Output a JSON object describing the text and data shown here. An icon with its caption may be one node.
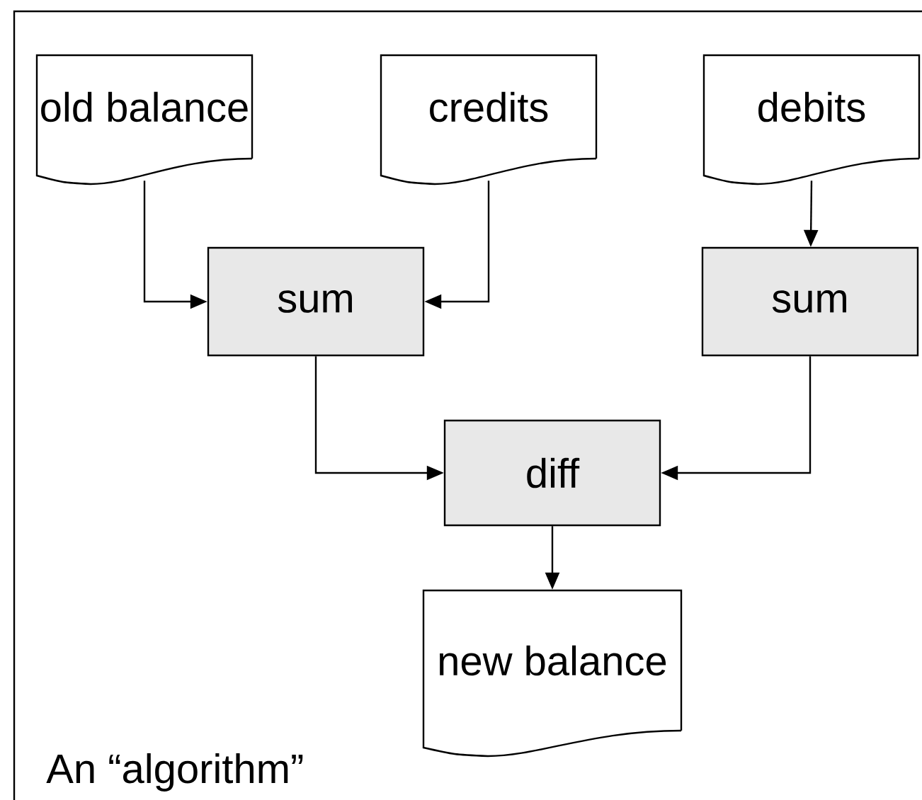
{
  "diagram": {
    "caption": "An “algorithm”",
    "nodes": [
      {
        "text": [
          "old balance"
        ]
      },
      {
        "text": [
          "credits"
        ]
      },
      {
        "text": [
          "debits"
        ]
      },
      {
        "text": [
          "sum"
        ]
      },
      {
        "text": [
          "sum"
        ]
      },
      {
        "text": [
          "diff"
        ]
      },
      {
        "text": [
          "new balance"
        ]
      }
    ],
    "edges": [
      {
        "from": 0,
        "to": 3,
        "arrow": "to"
      },
      {
        "from": 1,
        "to": 3,
        "arrow": "to"
      },
      {
        "from": 2,
        "to": 4,
        "arrow": "to"
      },
      {
        "from": 3,
        "to": 5,
        "arrow": "to"
      },
      {
        "from": 4,
        "to": 5,
        "arrow": "to"
      },
      {
        "from": 5,
        "to": 6,
        "arrow": "to"
      }
    ]
  }
}
